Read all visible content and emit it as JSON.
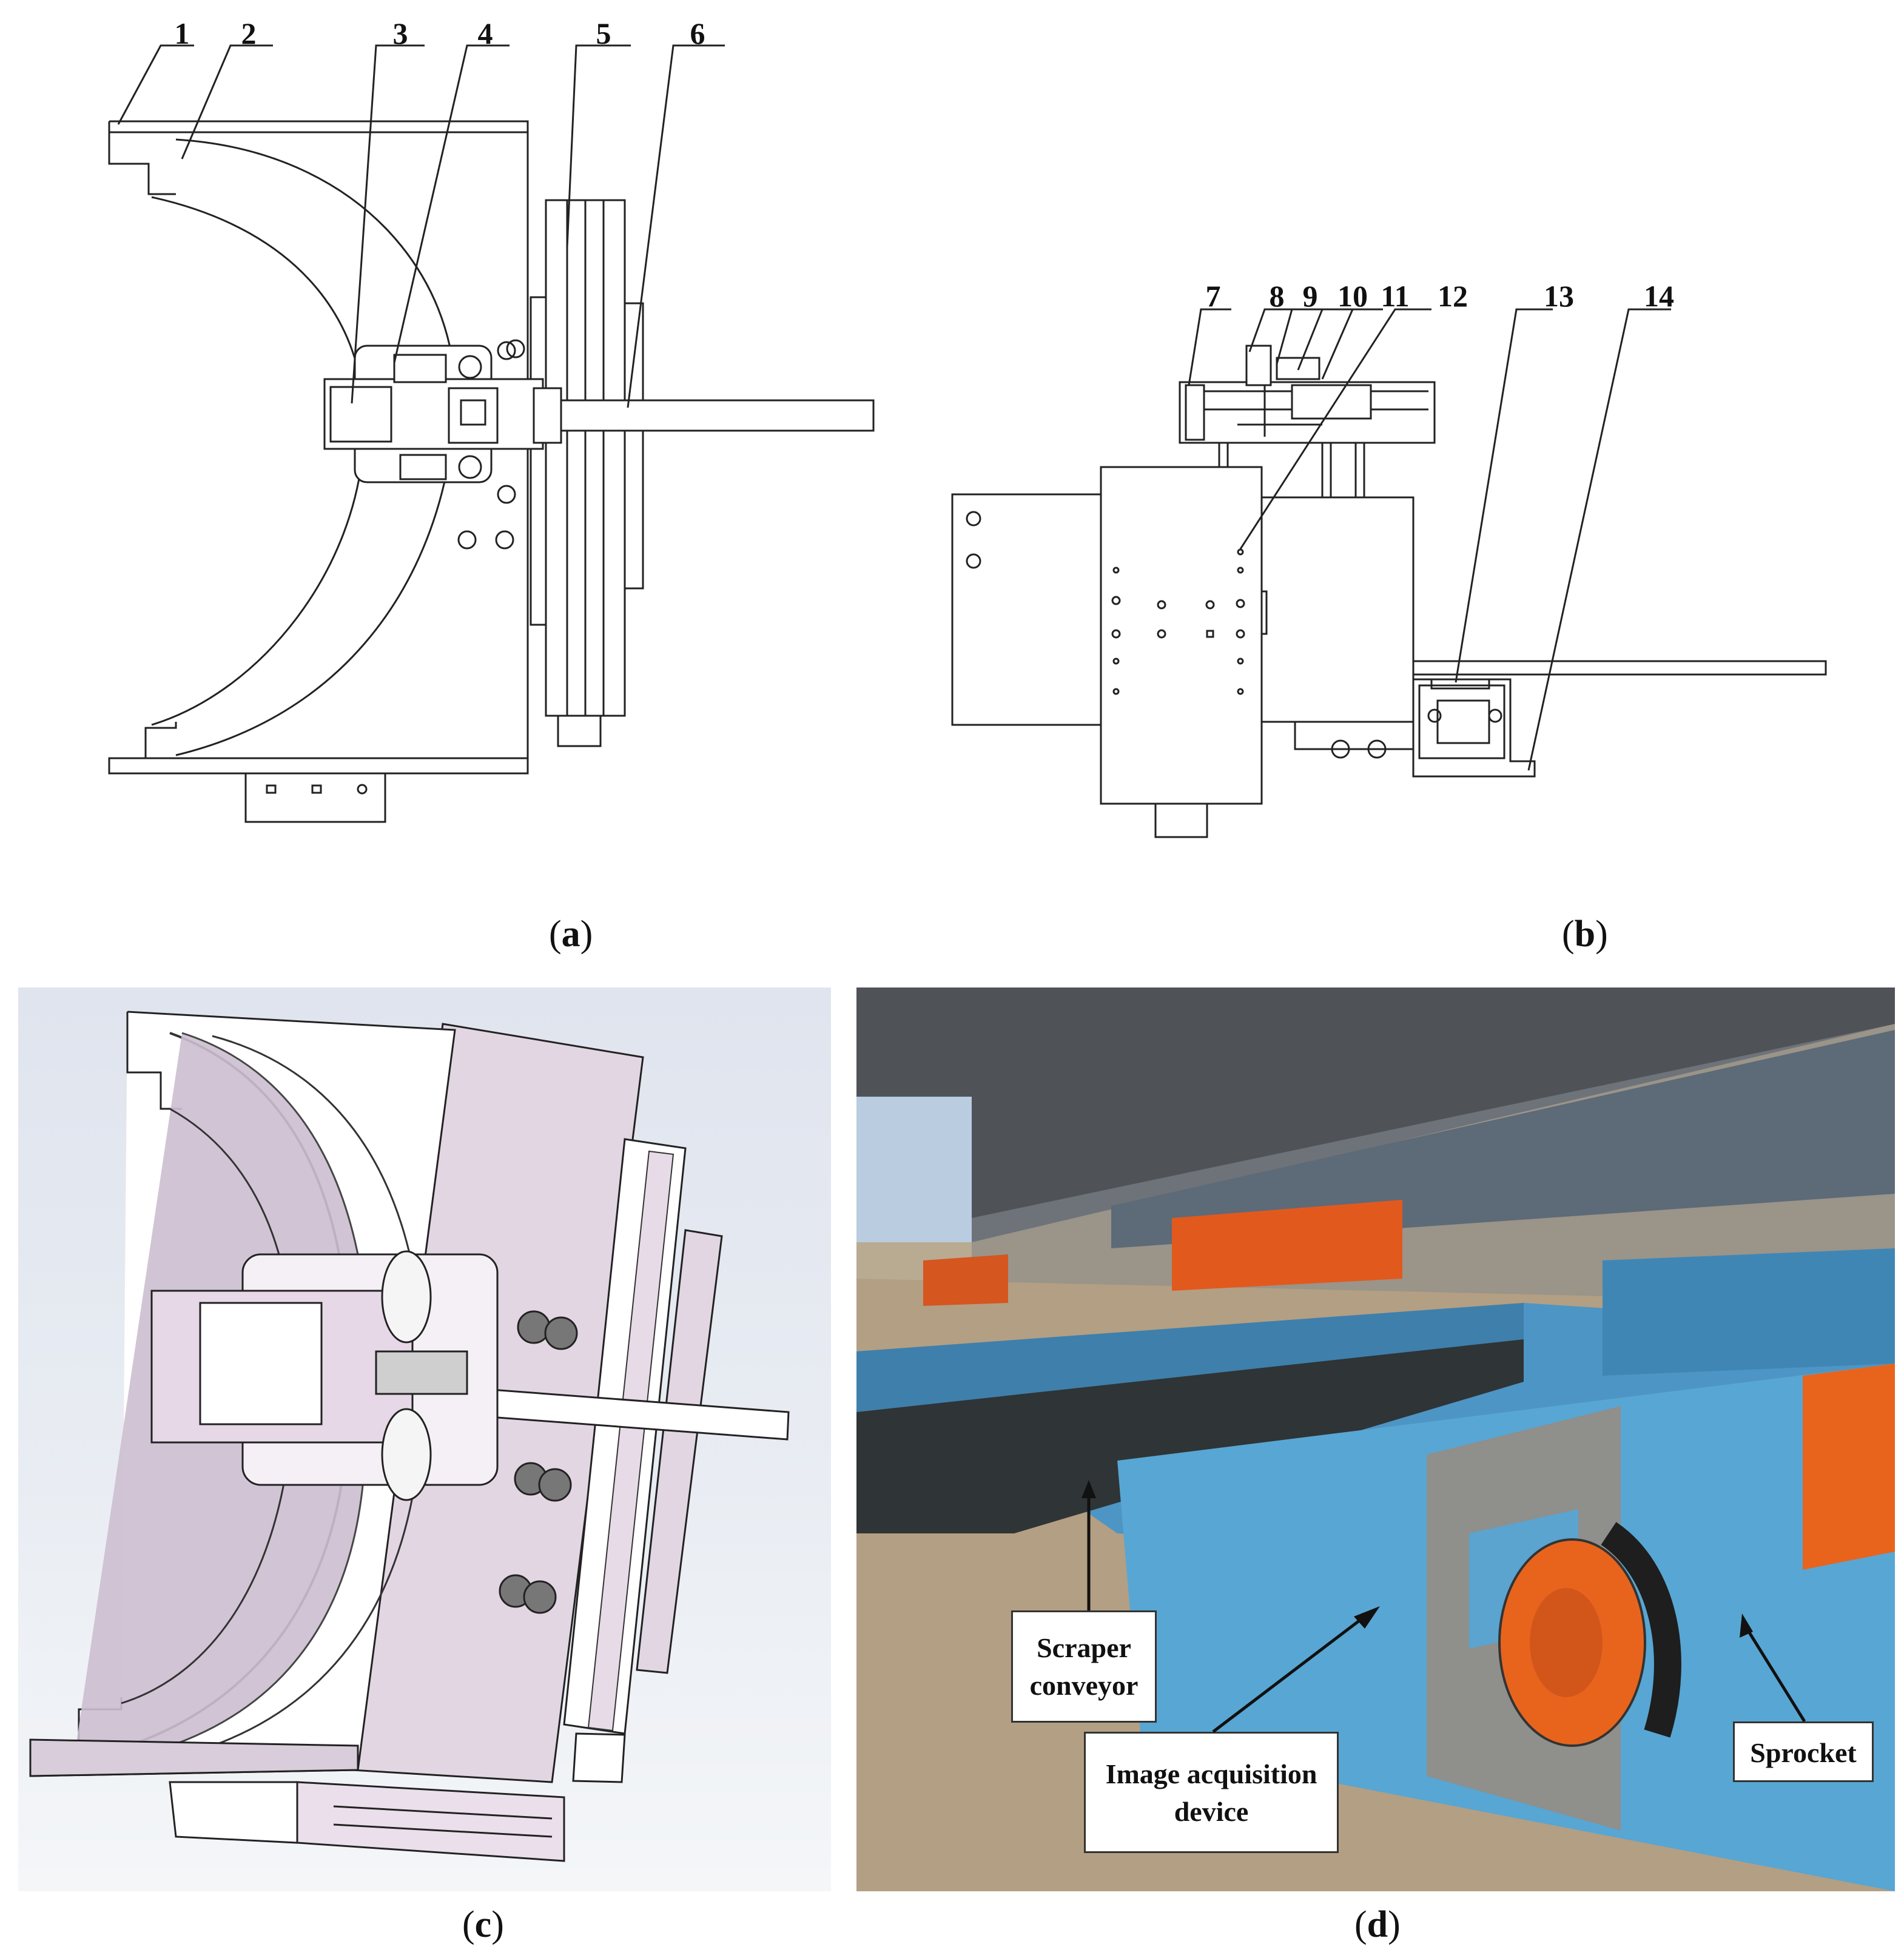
{
  "captions": {
    "a": "a",
    "b": "b",
    "c": "c",
    "d": "d"
  },
  "part_numbers_a": [
    "1",
    "2",
    "3",
    "4",
    "5",
    "6"
  ],
  "part_numbers_b": [
    "7",
    "8",
    "9",
    "10",
    "11",
    "12",
    "13",
    "14"
  ],
  "callouts": {
    "scraper_line1": "Scraper",
    "scraper_line2": "conveyor",
    "image_line1": "Image acquisition",
    "image_line2": "device",
    "sprocket": "Sprocket"
  }
}
